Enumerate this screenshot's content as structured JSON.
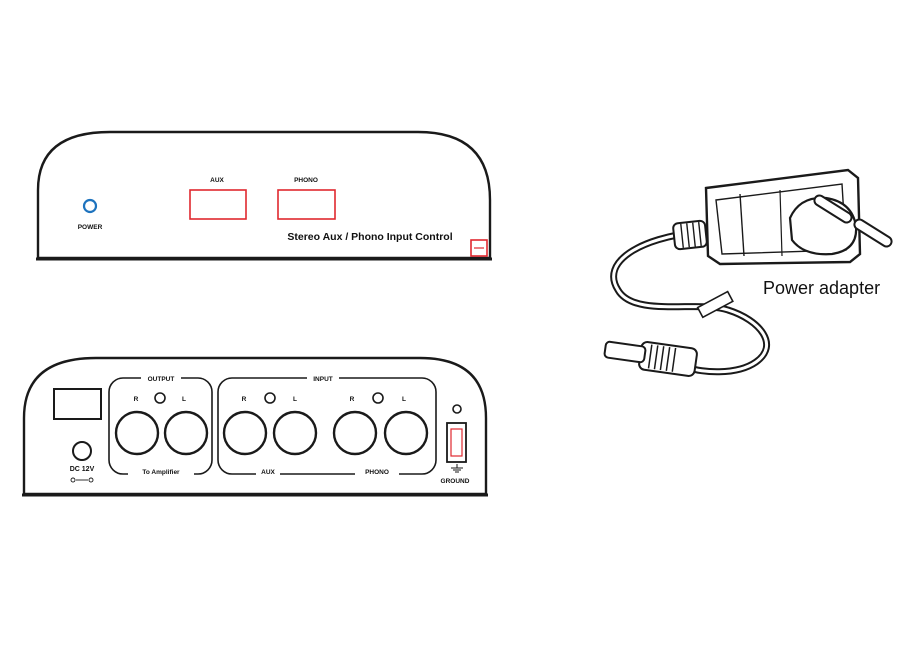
{
  "front_panel": {
    "power_label": "POWER",
    "aux_label": "AUX",
    "phono_label": "PHONO",
    "caption": "Stereo Aux / Phono Input Control"
  },
  "rear_panel": {
    "dc_label": "DC 12V",
    "output_label": "OUTPUT",
    "to_amplifier_label": "To Amplifier",
    "input_label": "INPUT",
    "aux_label": "AUX",
    "phono_label": "PHONO",
    "ground_label": "GROUND",
    "r_label": "R",
    "l_label": "L"
  },
  "adapter": {
    "label": "Power adapter"
  },
  "colors": {
    "line": "#1a1a1a",
    "highlight": "#e0282f",
    "power_led": "#1e73be"
  }
}
